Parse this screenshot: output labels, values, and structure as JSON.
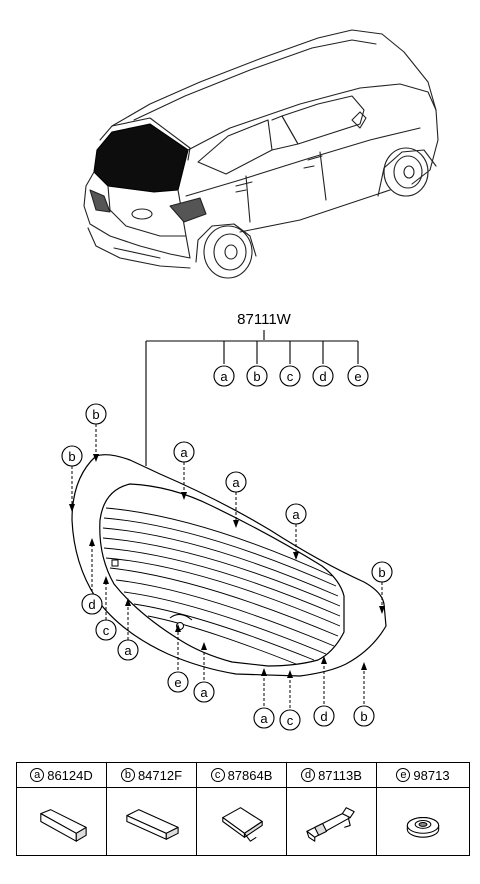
{
  "assembly": {
    "part_number": "87111W"
  },
  "header_callouts": [
    "a",
    "b",
    "c",
    "d",
    "e"
  ],
  "callouts": [
    {
      "id": "top-left-b",
      "letter": "b"
    },
    {
      "id": "left-b",
      "letter": "b"
    },
    {
      "id": "top-a1",
      "letter": "a"
    },
    {
      "id": "top-a2",
      "letter": "a"
    },
    {
      "id": "top-a3",
      "letter": "a"
    },
    {
      "id": "right-b",
      "letter": "b"
    },
    {
      "id": "left-d",
      "letter": "d"
    },
    {
      "id": "left-c",
      "letter": "c"
    },
    {
      "id": "left-a",
      "letter": "a"
    },
    {
      "id": "bottom-e",
      "letter": "e"
    },
    {
      "id": "bottom-a1",
      "letter": "a"
    },
    {
      "id": "bottom-a2",
      "letter": "a"
    },
    {
      "id": "bottom-c",
      "letter": "c"
    },
    {
      "id": "bottom-d",
      "letter": "d"
    },
    {
      "id": "bottom-b",
      "letter": "b"
    }
  ],
  "legend": [
    {
      "letter": "a",
      "part": "86124D"
    },
    {
      "letter": "b",
      "part": "84712F"
    },
    {
      "letter": "c",
      "part": "87864B"
    },
    {
      "letter": "d",
      "part": "87113B"
    },
    {
      "letter": "e",
      "part": "98713"
    }
  ]
}
